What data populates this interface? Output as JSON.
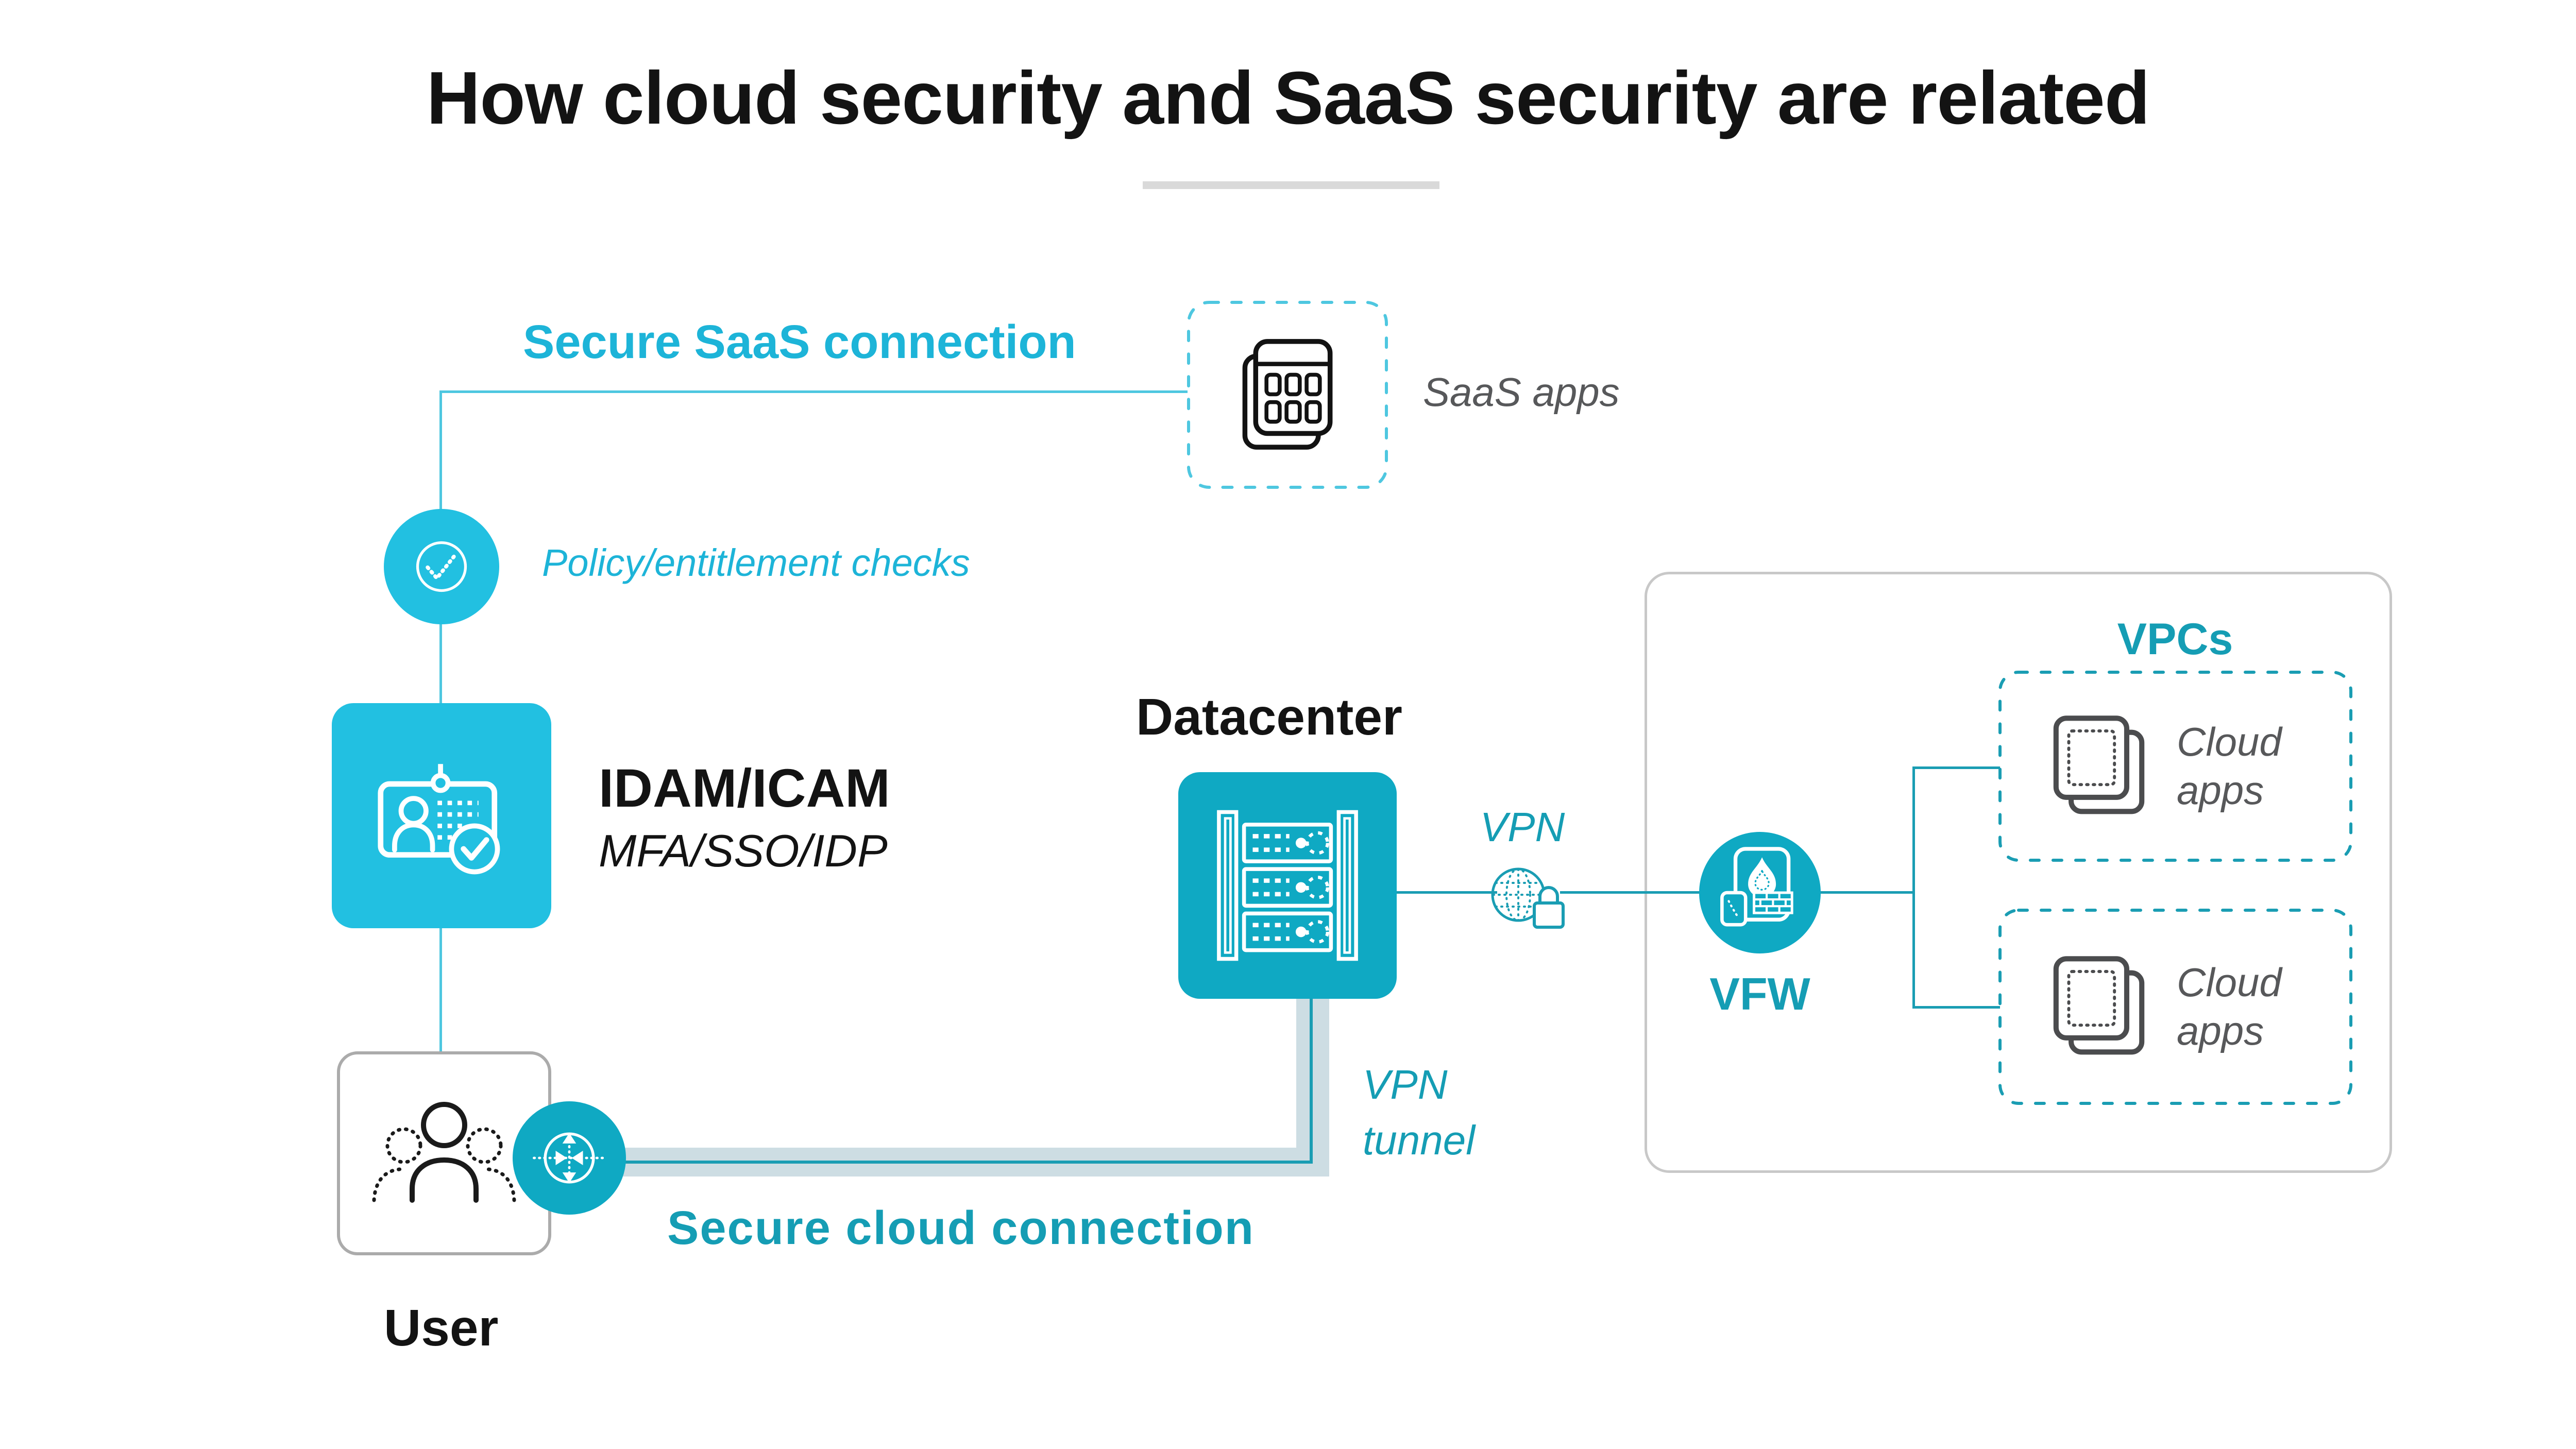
{
  "title": "How cloud security and SaaS security are related",
  "colors": {
    "cyan_fill": "#22c0e1",
    "cyan_line": "#4ec7e0",
    "cyan_text": "#1db4d8",
    "teal_fill": "#0fa9c3",
    "teal_line": "#1a9db3",
    "teal_text": "#159db4",
    "tunnel_band": "#cddde3",
    "ink": "#131313",
    "label_gray": "#57585a",
    "icon_gray": "#4b4c4e",
    "user_border": "#ababab",
    "container_border": "#c8c8c8",
    "underline_gray": "#d9d9d9"
  },
  "flows": {
    "saas": {
      "connection_label": "Secure SaaS connection",
      "policy_label": "Policy/entitlement checks"
    },
    "cloud": {
      "connection_label": "Secure cloud connection",
      "vpn_label": "VPN",
      "vpn_tunnel_label": "VPN tunnel"
    }
  },
  "nodes": {
    "saas_apps": {
      "label": "SaaS apps",
      "icon": "app-grid-icon"
    },
    "policy_check": {
      "icon": "check-circle-icon"
    },
    "idam": {
      "title": "IDAM/ICAM",
      "subtitle": "MFA/SSO/IDP",
      "icon": "id-badge-icon"
    },
    "user": {
      "label": "User",
      "icon": "users-icon"
    },
    "router": {
      "icon": "router-icon"
    },
    "datacenter": {
      "label": "Datacenter",
      "icon": "server-rack-icon"
    },
    "vpn_gateway": {
      "icon": "globe-lock-icon"
    },
    "vfw": {
      "label": "VFW",
      "icon": "firewall-icon"
    },
    "vpcs": {
      "label": "VPCs",
      "cloud_apps_label": "Cloud apps",
      "cloud_app_icon": "stacked-app-icon"
    }
  }
}
